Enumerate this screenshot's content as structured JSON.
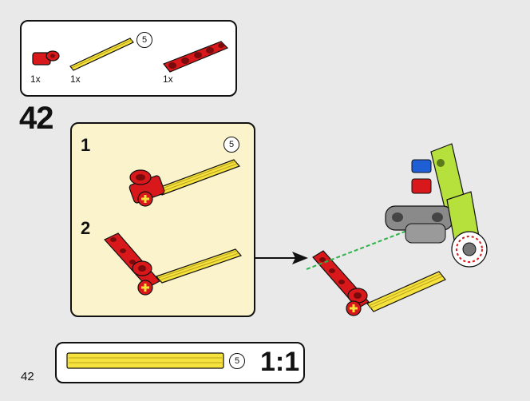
{
  "parts_list": {
    "items": [
      {
        "name": "red-connector",
        "quantity": "1x"
      },
      {
        "name": "yellow-axle",
        "quantity": "1x",
        "length": "5"
      },
      {
        "name": "red-beam",
        "quantity": "1x"
      }
    ]
  },
  "step": {
    "number": "42"
  },
  "substeps": [
    {
      "label": "1",
      "axle_length": "5"
    },
    {
      "label": "2"
    }
  ],
  "scale": {
    "axle_length": "5",
    "ratio": "1:1"
  },
  "page": {
    "number": "42"
  },
  "colors": {
    "red": "#d9181b",
    "yellow": "#f6e23c",
    "lime": "#b6e03c",
    "blue": "#1f5fd6",
    "gray": "#8a8a8a",
    "green_line": "#2fb14a",
    "callout_bg": "#fbf3cc"
  }
}
